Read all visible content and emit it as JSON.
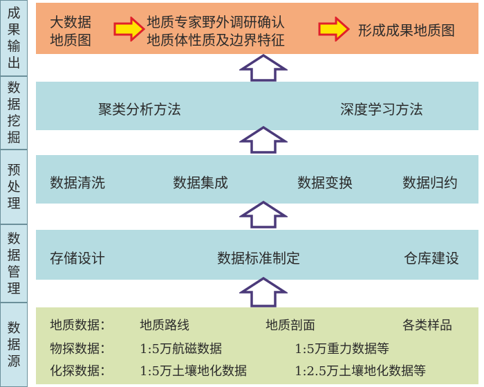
{
  "side_labels": [
    "成果输出",
    "数据挖掘",
    "预处理",
    "数据管理",
    "数据源"
  ],
  "output": {
    "item1_line1": "大数据",
    "item1_line2": "地质图",
    "item2_line1": "地质专家野外调研确认",
    "item2_line2": "地质体性质及边界特征",
    "item3": "形成成果地质图"
  },
  "mining": {
    "m1": "聚类分析方法",
    "m2": "深度学习方法"
  },
  "preprocess": {
    "p1": "数据清洗",
    "p2": "数据集成",
    "p3": "数据变换",
    "p4": "数据归约"
  },
  "management": {
    "g1": "存储设计",
    "g2": "数据标准制定",
    "g3": "仓库建设"
  },
  "source": {
    "r1_label": "地质数据：",
    "r1_a": "地质路线",
    "r1_b": "地质剖面",
    "r1_c": "各类样品",
    "r2_label": "物探数据：",
    "r2_a": "1:5万航磁数据",
    "r2_b": "1:5万重力数据等",
    "r3_label": "化探数据：",
    "r3_a": "1:5万土壤地化数据",
    "r3_b": "1:2.5万土壤地化数据等"
  },
  "colors": {
    "output_band": "#f5ab7b",
    "process_band": "#b5dce1",
    "source_band": "#d9e4b2",
    "side_box": "#cbe5ec",
    "up_arrow_fill": "#ffffff",
    "up_arrow_stroke": "#4b3a7a",
    "right_arrow_fill": "#ffe400",
    "right_arrow_stroke": "#e0202a"
  }
}
